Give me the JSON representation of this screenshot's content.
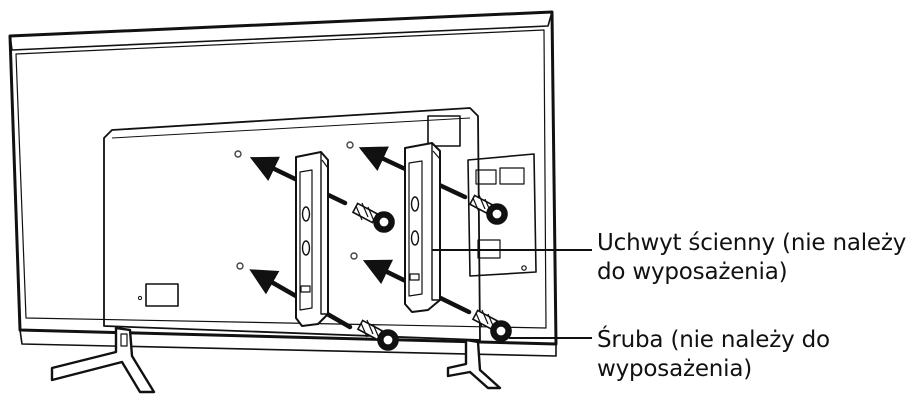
{
  "diagram": {
    "subject": "tv-rear-wall-mount-installation",
    "colors": {
      "line": "#111111",
      "panel_fill": "#ffffff",
      "hole": "#444444"
    },
    "callouts": {
      "bracket": {
        "line1": "Uchwyt ścienny (nie należy",
        "line2": "do wyposażenia)"
      },
      "screw": {
        "line1": "Śruba (nie należy do",
        "line2": "wyposażenia)"
      }
    }
  }
}
